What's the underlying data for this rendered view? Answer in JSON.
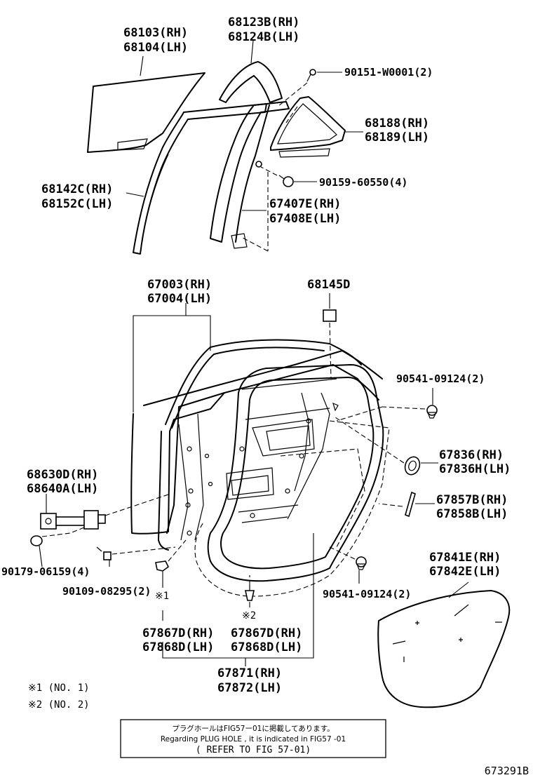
{
  "parts": {
    "glass_rh": "68103(RH)",
    "glass_lh": "68104(LH)",
    "glass_channel_rh": "68123B(RH)",
    "glass_channel_lh": "68124B(LH)",
    "screw_top": "90151-W0001(2)",
    "quarter_glass_rh": "68188(RH)",
    "quarter_glass_lh": "68189(LH)",
    "bolt_mid": "90159-60550(4)",
    "run_rh": "68142C(RH)",
    "run_lh": "68152C(LH)",
    "division_bar_rh": "67407E(RH)",
    "division_bar_lh": "67408E(LH)",
    "panel_rh": "67003(RH)",
    "panel_lh": "67004(LH)",
    "clip": "68145D",
    "plug_top": "90541-09124(2)",
    "weatherstrip_rh": "67836(RH)",
    "weatherstrip_lh": "67836H(LH)",
    "check_rh": "68630D(RH)",
    "check_lh": "68640A(LH)",
    "cover_rh": "67857B(RH)",
    "cover_lh": "67858B(LH)",
    "hole_cover_rh": "67841E(RH)",
    "hole_cover_lh": "67842E(LH)",
    "bolt_left": "90179-06159(4)",
    "bolt_left2": "90109-08295(2)",
    "plug_bottom": "90541-09124(2)",
    "clip_a_mark": "※1",
    "clip_b_mark": "※2",
    "clip_a_rh": "67867D(RH)",
    "clip_a_lh": "67868D(LH)",
    "clip_b_rh": "67867D(RH)",
    "clip_b_lh": "67868D(LH)",
    "seal_rh": "67871(RH)",
    "seal_lh": "67872(LH)"
  },
  "legend": {
    "note1": "※1  (NO. 1)",
    "note2": "※2  (NO. 2)"
  },
  "notice": {
    "line_jp": "プラグホールはFIG57ー01に掲載してあります。",
    "line_en": "Regarding PLUG HOLE , it is indicated in FIG57 -01",
    "line_ref": "( REFER TO FIG 57-01)"
  },
  "figure_id": "673291B"
}
